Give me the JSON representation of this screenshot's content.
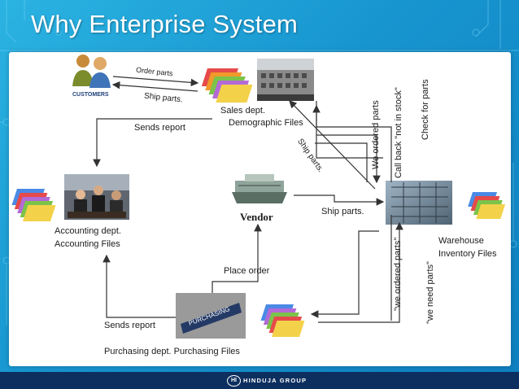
{
  "slide": {
    "title": "Why Enterprise System",
    "brand": "HINDUJA GROUP",
    "logo": "HI"
  },
  "diagram": {
    "customers_label": "CUSTOMERS",
    "order_parts": "Order parts",
    "ship_parts_top": "Ship parts.",
    "sales_dept": "Sales dept.",
    "demographic_files": "Demographic Files",
    "sends_report_top": "Sends report",
    "accounting_dept": "Accounting dept.",
    "accounting_files": "Accounting Files",
    "vendor": "Vendor",
    "ship_parts_vendor": "Ship parts.",
    "ship_parts_diag": "Ship parts.",
    "we_ordered_parts_top": "We ordered parts",
    "call_back": "Call back \"not in stock\"",
    "check_for_parts": "Check for parts",
    "warehouse": "Warehouse",
    "inventory_files": "Inventory Files",
    "place_order": "Place order",
    "sends_report_bottom": "Sends report",
    "purchasing_dept": "Purchasing dept. Purchasing Files",
    "purchasing_sign": "PURCHASING",
    "we_ordered_parts_bottom": "\"we ordered parts\"",
    "we_need_parts": "\"we need parts\""
  },
  "colors": {
    "background": "#1d9ed1",
    "footer": "#0d2f5f",
    "arrow": "#333333"
  },
  "icons": [
    "customers-icon",
    "folder-stack-icon",
    "building-photo",
    "office-photo",
    "vendor-machine-icon",
    "warehouse-photo",
    "purchasing-sign-photo"
  ]
}
